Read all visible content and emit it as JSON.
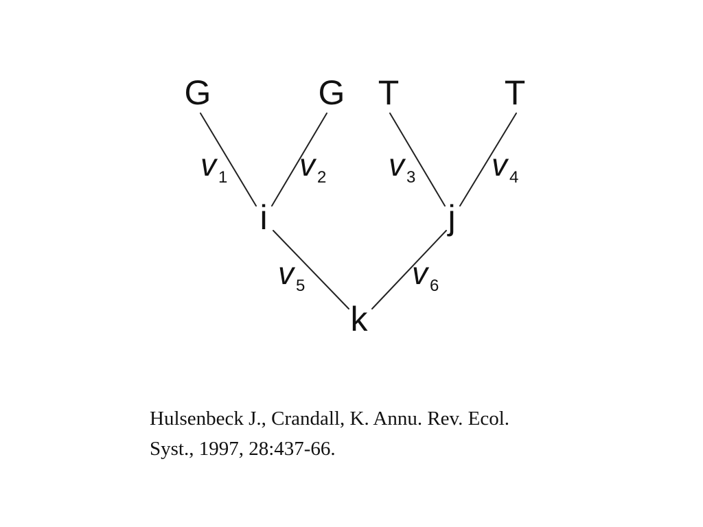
{
  "tree": {
    "leaves": [
      "G",
      "G",
      "T",
      "T"
    ],
    "internal_nodes": [
      "i",
      "j"
    ],
    "root": "k",
    "branches": [
      {
        "symbol": "v",
        "subscript": "1"
      },
      {
        "symbol": "v",
        "subscript": "2"
      },
      {
        "symbol": "v",
        "subscript": "3"
      },
      {
        "symbol": "v",
        "subscript": "4"
      },
      {
        "symbol": "v",
        "subscript": "5"
      },
      {
        "symbol": "v",
        "subscript": "6"
      }
    ]
  },
  "citation": {
    "line1": "Hulsenbeck J., Crandall, K. Annu. Rev. Ecol.",
    "line2": "Syst., 1997, 28:437-66."
  }
}
